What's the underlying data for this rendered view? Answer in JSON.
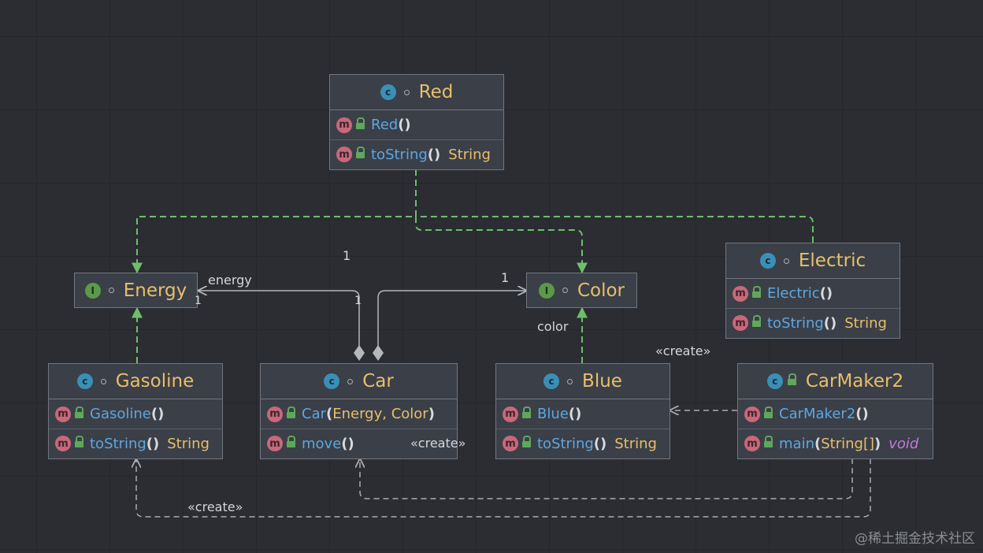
{
  "nodes": {
    "red": {
      "kind": "C",
      "name": "Red",
      "methods": [
        {
          "name": "Red",
          "params": "",
          "ret": ""
        },
        {
          "name": "toString",
          "params": "",
          "ret": "String"
        }
      ]
    },
    "energy": {
      "kind": "I",
      "name": "Energy"
    },
    "color": {
      "kind": "I",
      "name": "Color"
    },
    "electric": {
      "kind": "C",
      "name": "Electric",
      "methods": [
        {
          "name": "Electric",
          "params": "",
          "ret": ""
        },
        {
          "name": "toString",
          "params": "",
          "ret": "String"
        }
      ]
    },
    "gasoline": {
      "kind": "C",
      "name": "Gasoline",
      "methods": [
        {
          "name": "Gasoline ",
          "params": "",
          "ret": ""
        },
        {
          "name": "toString",
          "params": "",
          "ret": "String"
        }
      ]
    },
    "car": {
      "kind": "C",
      "name": "Car",
      "methods": [
        {
          "name": "Car",
          "params": "Energy, Color",
          "ret": ""
        },
        {
          "name": "move ",
          "params": "",
          "ret": ""
        }
      ]
    },
    "blue": {
      "kind": "C",
      "name": "Blue",
      "methods": [
        {
          "name": "Blue",
          "params": "",
          "ret": ""
        },
        {
          "name": "toString",
          "params": "",
          "ret": "String"
        }
      ]
    },
    "carmaker2": {
      "kind": "C",
      "name": "CarMaker2",
      "methods": [
        {
          "name": "CarMaker2 ",
          "params": "",
          "ret": ""
        },
        {
          "name": "main",
          "params": "String[]",
          "ret": "void"
        }
      ]
    }
  },
  "edge_labels": {
    "energy_role": "energy",
    "energy_mult_car_side": "1",
    "energy_mult_energy_side": "1",
    "color_role": "color",
    "color_mult_car_side": "1",
    "color_mult_color_side": "1",
    "create_blue": "«create»",
    "create_car": "«create»",
    "create_gasoline": "«create»"
  },
  "watermark": "@稀土掘金技术社区",
  "colors": {
    "realization": "#6dbf6a",
    "association": "#b4b7bc",
    "dependency": "#a9acb1",
    "class_badge": "#3a8fb7",
    "interface_badge": "#5a9a48",
    "method_badge": "#c9687a",
    "class_name": "#e8bf6a",
    "method_name": "#5ca7e0"
  }
}
